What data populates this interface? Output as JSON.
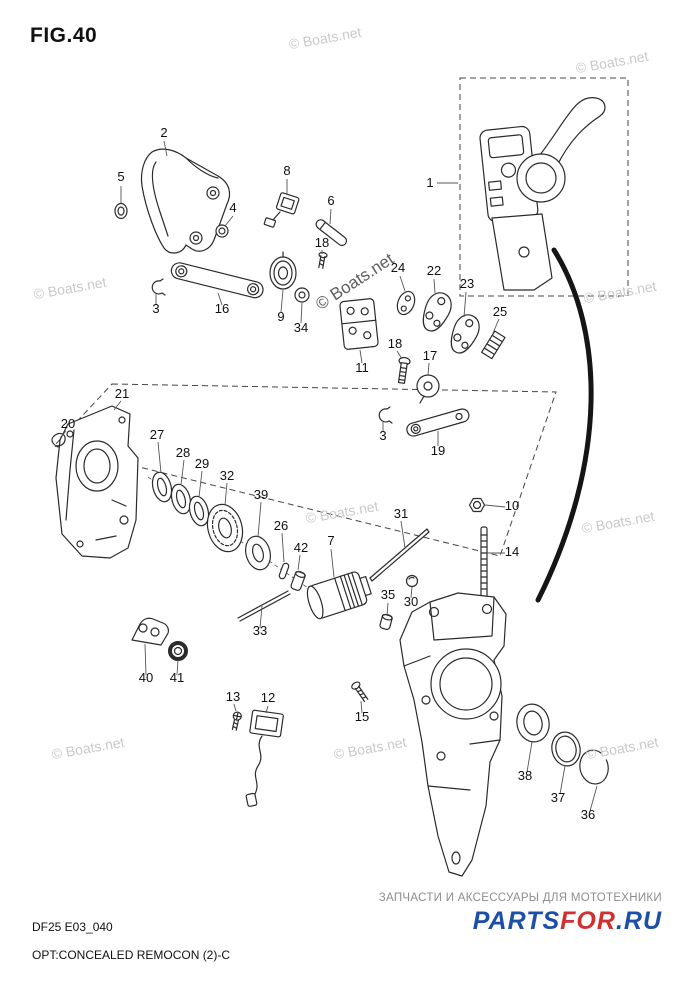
{
  "figure": {
    "title": "FIG.40",
    "code": "DF25 E03_040",
    "caption": "OPT:CONCEALED REMOCON (2)-C"
  },
  "watermark": {
    "text": "© Boats.net"
  },
  "footer": {
    "tagline": "ЗАПЧАСТИ И АКСЕССУАРЫ ДЛЯ МОТОТЕХНИКИ",
    "brand": "PARTSFOR.RU",
    "brand_segments": [
      {
        "text": "PARTS",
        "color": "#1d4fa8"
      },
      {
        "text": "FOR",
        "color": "#d03030"
      },
      {
        "text": ".RU",
        "color": "#1d4fa8"
      }
    ]
  },
  "colors": {
    "line": "#2b2b2b",
    "watermark_light": "#c9c9c9",
    "watermark_dark": "#5e5e5e",
    "brand_blue": "#1d4fa8",
    "brand_red": "#d03030"
  },
  "callouts": [
    "1",
    "2",
    "5",
    "8",
    "6",
    "4",
    "18",
    "3",
    "16",
    "9",
    "34",
    "11",
    "24",
    "22",
    "23",
    "25",
    "18",
    "17",
    "3",
    "19",
    "21",
    "20",
    "27",
    "28",
    "29",
    "32",
    "39",
    "26",
    "42",
    "7",
    "31",
    "35",
    "30",
    "10",
    "14",
    "33",
    "40",
    "41",
    "13",
    "12",
    "15",
    "38",
    "37",
    "36"
  ]
}
